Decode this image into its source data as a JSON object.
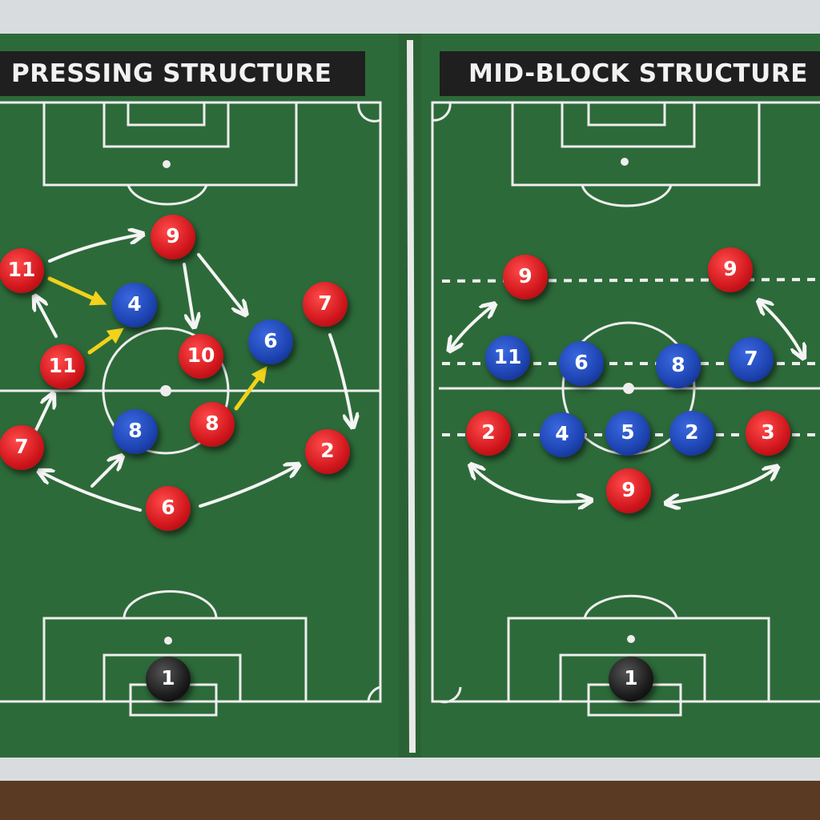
{
  "panels": [
    {
      "title": "PRESSING STRUCTURE",
      "magnets": [
        {
          "number": "11",
          "team": "red"
        },
        {
          "number": "9",
          "team": "red"
        },
        {
          "number": "4",
          "team": "blue"
        },
        {
          "number": "7",
          "team": "red"
        },
        {
          "number": "11",
          "team": "red"
        },
        {
          "number": "10",
          "team": "red"
        },
        {
          "number": "6",
          "team": "blue"
        },
        {
          "number": "7",
          "team": "red"
        },
        {
          "number": "8",
          "team": "blue"
        },
        {
          "number": "8",
          "team": "red"
        },
        {
          "number": "2",
          "team": "red"
        },
        {
          "number": "6",
          "team": "red"
        },
        {
          "number": "1",
          "team": "black"
        }
      ]
    },
    {
      "title": "MID-BLOCK STRUCTURE",
      "magnets": [
        {
          "number": "9",
          "team": "red"
        },
        {
          "number": "9",
          "team": "red"
        },
        {
          "number": "11",
          "team": "blue"
        },
        {
          "number": "6",
          "team": "blue"
        },
        {
          "number": "8",
          "team": "blue"
        },
        {
          "number": "7",
          "team": "blue"
        },
        {
          "number": "2",
          "team": "red"
        },
        {
          "number": "4",
          "team": "blue"
        },
        {
          "number": "5",
          "team": "blue"
        },
        {
          "number": "2",
          "team": "blue"
        },
        {
          "number": "3",
          "team": "red"
        },
        {
          "number": "9",
          "team": "red"
        },
        {
          "number": "1",
          "team": "black"
        }
      ]
    }
  ],
  "colors": {
    "pitch": "#2e6b3a",
    "red": "#d0161c",
    "blue": "#1d43b0",
    "highlight_arrow": "#f2d21b"
  }
}
